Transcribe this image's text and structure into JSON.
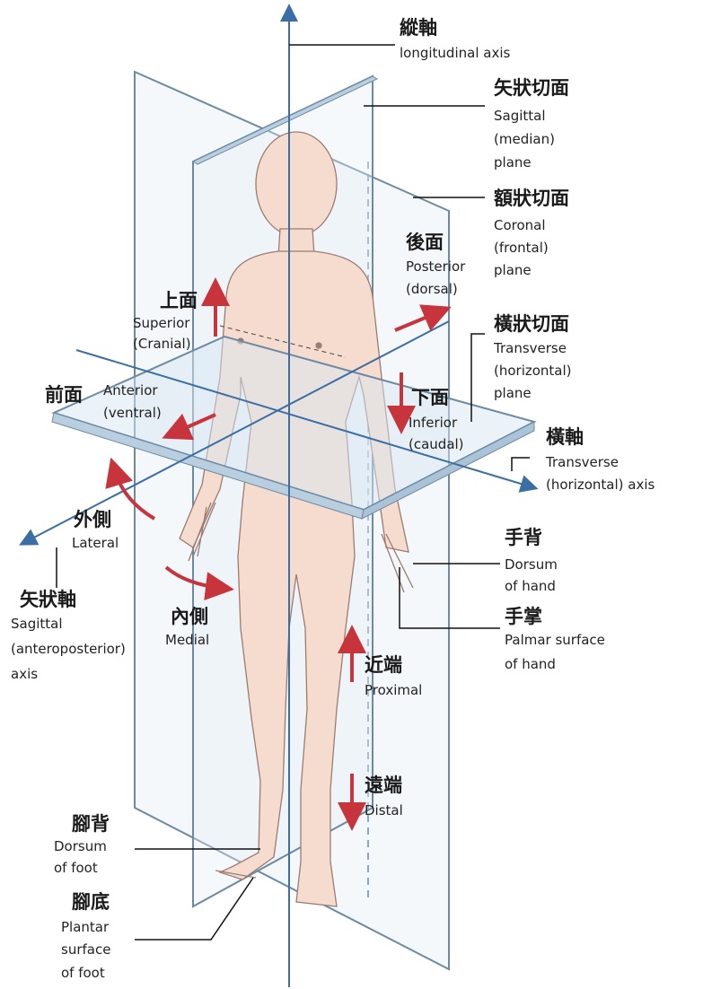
{
  "colors": {
    "axis": "#3a6ea5",
    "plane": "#cfe0ec",
    "plane_edge": "#6d8aa3",
    "skin": "#f6dccf",
    "skin_line": "#9b7c72",
    "arrow_red": "#c8343c",
    "leader": "#111111"
  },
  "labels": {
    "longitudinal": {
      "zh": "縱軸",
      "en1": "longitudinal axis"
    },
    "sagittal_plane": {
      "zh": "矢狀切面",
      "en1": "Sagittal",
      "en2": "(median)",
      "en3": "plane"
    },
    "coronal_plane": {
      "zh": "額狀切面",
      "en1": "Coronal",
      "en2": "(frontal)",
      "en3": "plane"
    },
    "posterior": {
      "zh": "後面",
      "en1": "Posterior",
      "en2": "(dorsal)"
    },
    "superior": {
      "zh": "上面",
      "en1": "Superior",
      "en2": "(Cranial)"
    },
    "transverse_plane": {
      "zh": "橫狀切面",
      "en1": "Transverse",
      "en2": "(horizontal)",
      "en3": "plane"
    },
    "anterior": {
      "zh": "前面",
      "en1": "Anterior",
      "en2": "(ventral)"
    },
    "inferior": {
      "zh": "下面",
      "en1": "Inferior",
      "en2": "(caudal)"
    },
    "transverse_axis": {
      "zh": "橫軸",
      "en1": "Transverse",
      "en2": "(horizontal) axis"
    },
    "lateral": {
      "zh": "外側",
      "en1": "Lateral"
    },
    "dorsum_hand": {
      "zh": "手背",
      "en1": "Dorsum",
      "en2": "of hand"
    },
    "sagittal_axis": {
      "zh": "矢狀軸",
      "en1": "Sagittal",
      "en2": "(anteroposterior)",
      "en3": "axis"
    },
    "medial": {
      "zh": "內側",
      "en1": "Medial"
    },
    "palmar": {
      "zh": "手掌",
      "en1": "Palmar surface",
      "en2": "of hand"
    },
    "proximal": {
      "zh": "近端",
      "en1": "Proximal"
    },
    "distal": {
      "zh": "遠端",
      "en1": "Distal"
    },
    "dorsum_foot": {
      "zh": "腳背",
      "en1": "Dorsum",
      "en2": "of foot"
    },
    "plantar": {
      "zh": "腳底",
      "en1": "Plantar",
      "en2": "surface",
      "en3": "of foot"
    }
  }
}
